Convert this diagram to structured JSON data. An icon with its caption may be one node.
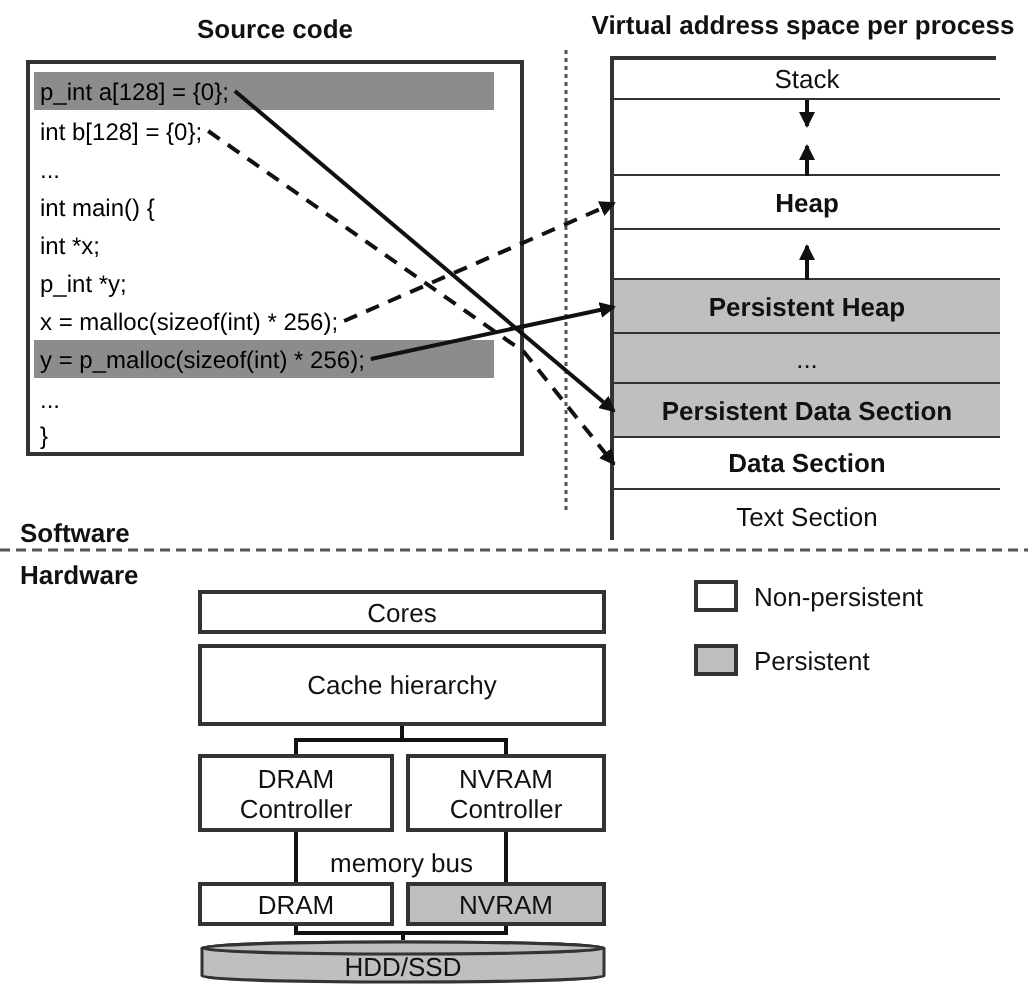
{
  "diagram": {
    "nodes": [
      {
        "text": [
          "Source code"
        ]
      },
      {
        "text": [
          "p_int a[128] = {0};"
        ],
        "in": 0
      },
      {
        "text": [
          "int b[128] = {0};"
        ],
        "in": 0
      },
      {
        "text": [
          "..."
        ],
        "in": 0
      },
      {
        "text": [
          "int main() {"
        ],
        "in": 0
      },
      {
        "text": [
          "int *x;"
        ],
        "in": 0
      },
      {
        "text": [
          "p_int *y;"
        ],
        "in": 0
      },
      {
        "text": [
          "x = malloc(sizeof(int) * 256);"
        ],
        "in": 0
      },
      {
        "text": [
          "y = p_malloc(sizeof(int) * 256);"
        ],
        "in": 0
      },
      {
        "text": [
          "..."
        ],
        "in": 0
      },
      {
        "text": [
          "}"
        ],
        "in": 0
      },
      {
        "text": [
          "Virtual address space per process"
        ]
      },
      {
        "text": [
          "Stack"
        ],
        "in": 11
      },
      {
        "text": [],
        "shape": "box",
        "in": 11
      },
      {
        "text": [
          "Heap"
        ],
        "in": 11
      },
      {
        "text": [],
        "shape": "box",
        "in": 11
      },
      {
        "text": [
          "Persistent Heap"
        ],
        "in": 11
      },
      {
        "text": [
          "..."
        ],
        "in": 11
      },
      {
        "text": [
          "Persistent Data Section"
        ],
        "in": 11
      },
      {
        "text": [
          "Data Section"
        ],
        "in": 11
      },
      {
        "text": [
          "Text Section"
        ],
        "in": 11
      },
      {
        "text": [
          "Cores"
        ]
      },
      {
        "text": [
          "Cache hierarchy"
        ]
      },
      {
        "text": [
          "DRAM Controller"
        ]
      },
      {
        "text": [
          "NVRAM Controller"
        ]
      },
      {
        "text": [
          "DRAM"
        ]
      },
      {
        "text": [
          "NVRAM"
        ]
      },
      {
        "text": [
          "HDD/SSD"
        ]
      }
    ],
    "edges": [
      {
        "from": 1,
        "to": 18,
        "arrow": "to"
      },
      {
        "from": 2,
        "to": 19,
        "arrow": "to",
        "style": "dashed"
      },
      {
        "from": 7,
        "to": 14,
        "arrow": "to",
        "style": "dashed"
      },
      {
        "from": 8,
        "to": 16,
        "arrow": "to"
      },
      {
        "from": 22,
        "to": 23,
        "arrow": "none"
      },
      {
        "from": 22,
        "to": 24,
        "arrow": "none"
      },
      {
        "from": 23,
        "to": 25,
        "arrow": "none"
      },
      {
        "from": 24,
        "to": 26,
        "arrow": "none"
      },
      {
        "from": 25,
        "to": 27,
        "arrow": "none"
      },
      {
        "from": 26,
        "to": 27,
        "arrow": "none"
      },
      {
        "from": 12,
        "to": 13,
        "arrow": "to"
      },
      {
        "from": 14,
        "to": 13,
        "arrow": "to"
      },
      {
        "from": 16,
        "to": 15,
        "arrow": "to"
      }
    ],
    "labels": [
      "Software",
      "Hardware",
      "memory bus"
    ],
    "legend": [
      {
        "text": "Non-persistent",
        "color": "#ffffff"
      },
      {
        "text": "Persistent",
        "color": "#bfbfbf"
      }
    ]
  }
}
